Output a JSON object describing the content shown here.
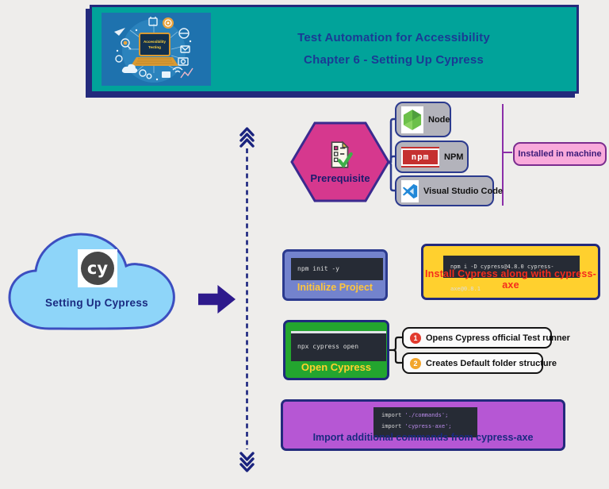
{
  "header": {
    "title_line1": "Test Automation for Accessibility",
    "title_line2": "Chapter 6 - Setting Up Cypress",
    "image_caption_line1": "Accessibility",
    "image_caption_line2": "Testing"
  },
  "prerequisite": {
    "label": "Prerequisite",
    "items": [
      {
        "label": "Node"
      },
      {
        "label": "NPM"
      },
      {
        "label": "Visual Studio Code"
      }
    ],
    "npm_logo_text": "npm",
    "annotation": "Installed in machine"
  },
  "cloud": {
    "logo_text": "cy",
    "label": "Setting Up Cypress"
  },
  "steps": {
    "initialize": {
      "command": "npm init -y",
      "label": "Initialize Project"
    },
    "install": {
      "command": "npm i -D cypress@4.8.0 cypress-axe@0.8.1",
      "label": "Install Cypress along with cypress-axe"
    },
    "open": {
      "command": "npx cypress open",
      "label": "Open Cypress",
      "callouts": [
        {
          "number": "1",
          "text": "Opens Cypress official Test runner"
        },
        {
          "number": "2",
          "text": "Creates Default folder structure"
        }
      ]
    },
    "import": {
      "label": "Import additional commands from cypress-axe",
      "code_lines": [
        {
          "keyword": "import",
          "string": " './commands';"
        },
        {
          "keyword": "import",
          "string": " 'cypress-axe';"
        }
      ]
    }
  },
  "colors": {
    "header_teal": "#01a39a",
    "navy": "#232a7c",
    "hexagon_pink": "#d6388e",
    "item_gray": "#b3b3bb",
    "installed_pink": "#f9aadb",
    "bracket_purple": "#8b2fa8",
    "cloud_blue": "#8ed5f9",
    "init_periwinkle": "#7383cd",
    "install_yellow": "#ffd02e",
    "open_green": "#23a52f",
    "import_purple": "#b657d4",
    "label_yellow": "#ffc63c",
    "label_red": "#f52c1c"
  }
}
